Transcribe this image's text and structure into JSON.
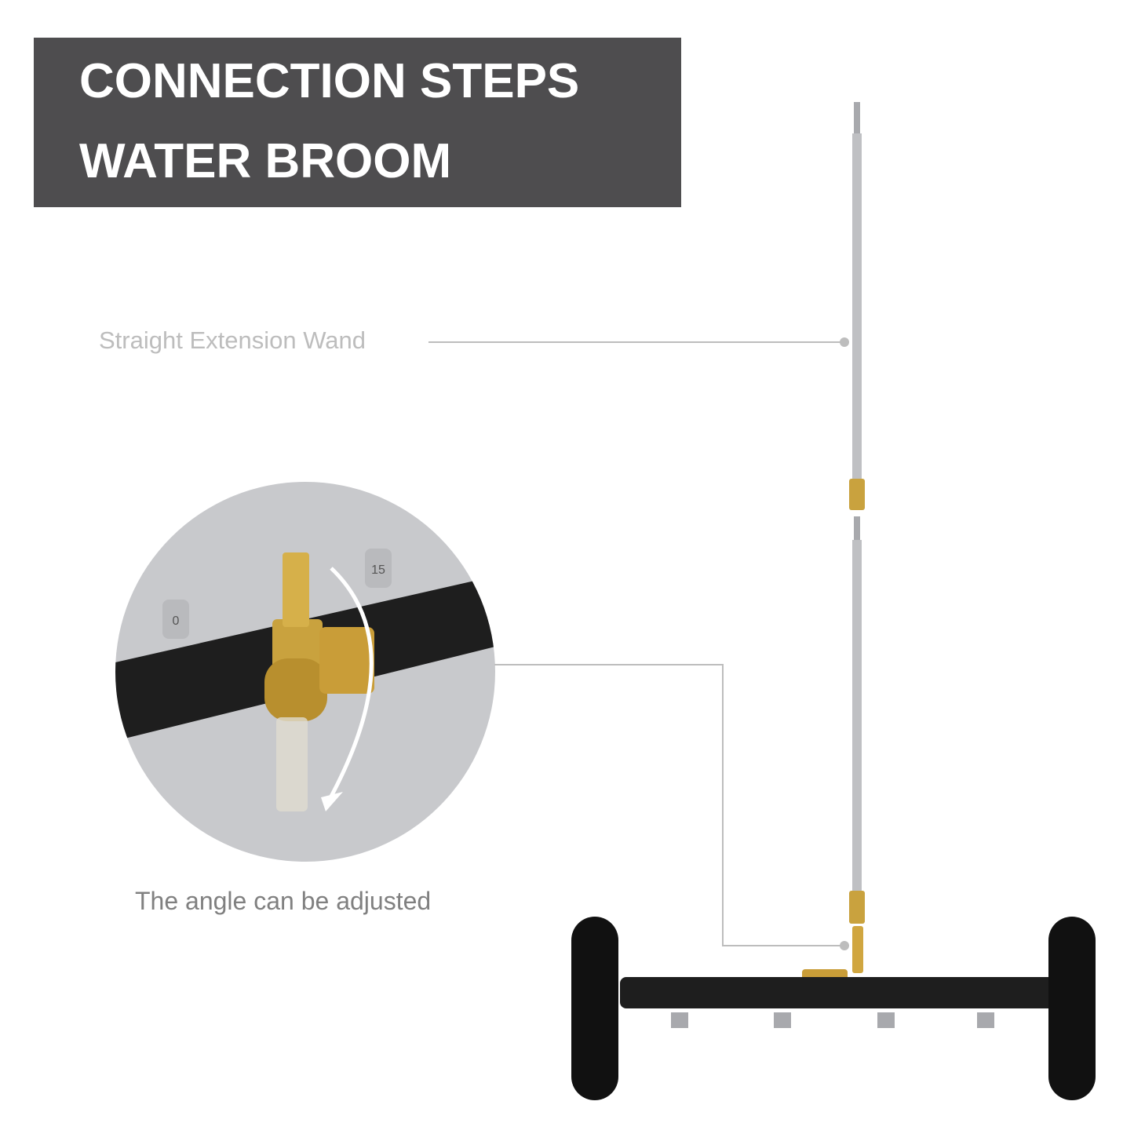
{
  "banner": {
    "line1": "CONNECTION STEPS",
    "line2": "WATER BROOM",
    "background": "#4e4d4f"
  },
  "callouts": {
    "wand_label": "Straight Extension Wand",
    "angle_label": "The angle can be adjusted"
  },
  "detail_circle": {
    "nozzle_marks": [
      "0",
      "15"
    ]
  }
}
